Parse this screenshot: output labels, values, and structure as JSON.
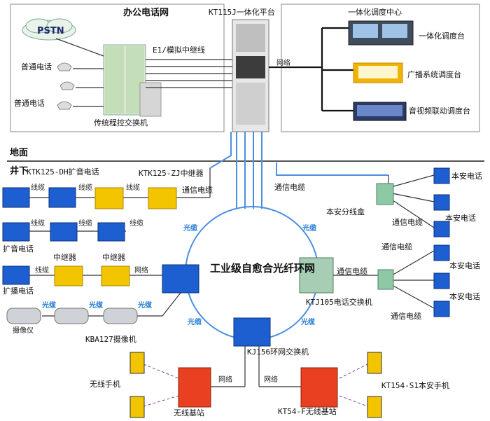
{
  "office": {
    "title": "办公电话网",
    "pstn": "PSTN",
    "phone1": "普通电话",
    "phone2": "普通电话",
    "pbx": "传统程控交换机",
    "trunk": "E1/模拟中继线"
  },
  "platform": {
    "title": "KT115J一体化平台",
    "network": "网络"
  },
  "dispatch": {
    "title": "一体化调度中心",
    "console1": "一体化调度台",
    "console2": "广播系统调度台",
    "console3": "音视频联动调度台"
  },
  "ground": "地面",
  "underground": "井下",
  "left": {
    "broadcast_phone_title": "KTK125-DH扩音电话",
    "repeater_title": "KTK125-ZJ中继器",
    "comm_cable": "通信电缆",
    "cable": "线缆",
    "broadcast_phone": "扩音电话",
    "broadcast_phone2": "扩播电话",
    "repeater": "中继器",
    "network": "网络",
    "camera": "摄像仪",
    "camera_model": "KBA127摄像机"
  },
  "ring": {
    "title": "工业级自愈合光纤环网",
    "fiber": "光缆"
  },
  "right": {
    "comm_cable": "通信电缆",
    "junction_box": "本安分线盒",
    "safe_phone": "本安电话",
    "exchange": "KTJ105电话交换机"
  },
  "bottom": {
    "switch": "KJ156环网交换机",
    "network": "网络",
    "wireless_handset": "无线手机",
    "base_station": "无线基站",
    "base_station_model": "KT54-F无线基站",
    "handset_model": "KT154-S1本安手机"
  },
  "colors": {
    "fiber_ring": "#4a90e2",
    "line": "#333333",
    "blue_device": "#1d5fd0",
    "yellow_device": "#f2c500",
    "red_station": "#e84020",
    "green_box": "#8ec9a6"
  }
}
